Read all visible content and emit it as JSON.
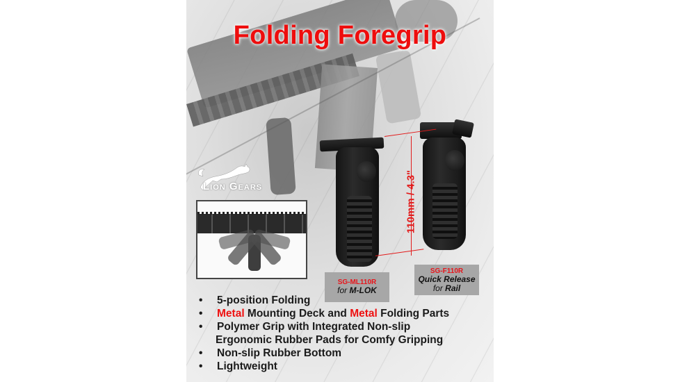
{
  "poster": {
    "title": "Folding Foregrip",
    "brand": "Lion Gears",
    "dimension_label": "110mm / 4.3\"",
    "products": [
      {
        "code": "SG-ML110R",
        "desc_prefix": "for ",
        "desc_bold": "M-LOK"
      },
      {
        "code": "SG-F110R",
        "desc_line1": "Quick Release",
        "desc_prefix": "for ",
        "desc_bold": "Rail"
      }
    ],
    "features": [
      {
        "bullet": "•",
        "text": "5-position Folding"
      },
      {
        "bullet": "•",
        "parts": [
          {
            "text": "Metal",
            "highlight": true
          },
          {
            "text": " Mounting Deck and ",
            "highlight": false
          },
          {
            "text": "Metal",
            "highlight": true
          },
          {
            "text": " Folding Parts",
            "highlight": false
          }
        ]
      },
      {
        "bullet": "•",
        "text": "Polymer Grip with Integrated Non-slip"
      },
      {
        "bullet": "",
        "text": "Ergonomic Rubber Pads for Comfy Gripping"
      },
      {
        "bullet": "•",
        "text": "Non-slip Rubber Bottom"
      },
      {
        "bullet": "•",
        "text": "Lightweight"
      }
    ],
    "colors": {
      "title": "#ee0d0d",
      "highlight": "#ee1111",
      "label_bg": "#a7a7a7",
      "dimension": "#e21b1b"
    },
    "icons": {
      "logo": "leaping-lion-icon",
      "bullet": "bullet-dot-icon"
    }
  }
}
